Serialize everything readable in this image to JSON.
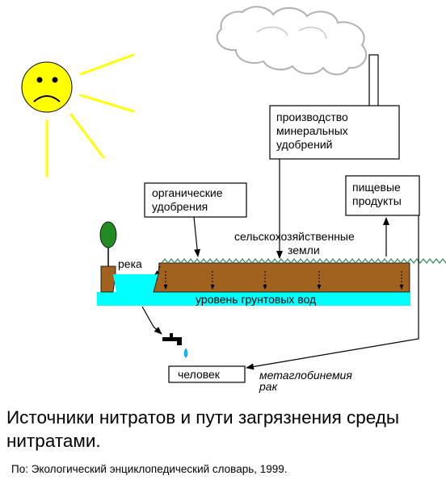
{
  "diagram": {
    "boxes": {
      "production": [
        "производство",
        "минеральных",
        "удобрений"
      ],
      "organic": [
        "органические",
        "удобрения"
      ],
      "food": [
        "пищевые",
        "продукты"
      ],
      "human": "человек"
    },
    "labels": {
      "river": "река",
      "agri_lands": [
        "сельскохозяйственные",
        "земли"
      ],
      "groundwater": "уровень грунтовых вод",
      "diseases": [
        "метаглобинемия",
        "рак"
      ]
    },
    "colors": {
      "sun": "#ffff00",
      "soil": "#a0621e",
      "water": "#00ffff",
      "grass": "#2e8b57",
      "tree_crown": "#228b22",
      "smoke": "#b0b0b0"
    },
    "icons": [
      "sad-sun-icon",
      "factory-smoke-icon",
      "factory-chimney-icon",
      "tree-icon",
      "water-tap-icon",
      "water-drop-icon"
    ]
  },
  "caption": "Источники нитратов и пути загрязнения среды нитратами.",
  "source": "По: Экологический энциклопедический словарь, 1999."
}
